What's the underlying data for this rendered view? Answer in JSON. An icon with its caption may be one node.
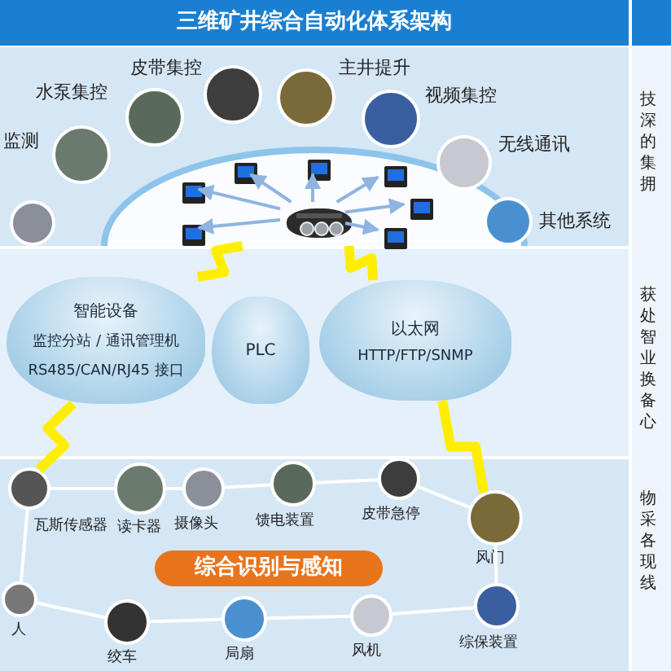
{
  "diagram": {
    "title": "三维矿井综合自动化体系架构",
    "nodes": [
      {
        "text": [
          "监测"
        ]
      },
      {
        "text": [],
        "shape": "circle"
      },
      {
        "text": [
          "水泵集控"
        ]
      },
      {
        "text": [
          "皮带集控"
        ]
      },
      {
        "text": [
          "主井提升"
        ]
      },
      {
        "text": [
          "视频集控"
        ]
      },
      {
        "text": [
          "无线通讯"
        ]
      },
      {
        "text": [
          "其他系统"
        ]
      },
      {
        "text": [],
        "shape": "circle"
      },
      {
        "text": [],
        "shape": "picture",
        "in": 8
      },
      {
        "text": [],
        "shape": "box",
        "in": 8
      },
      {
        "text": [],
        "shape": "box",
        "in": 8
      },
      {
        "text": [],
        "shape": "box",
        "in": 8
      },
      {
        "text": [],
        "shape": "box",
        "in": 8
      },
      {
        "text": [],
        "shape": "box",
        "in": 8
      },
      {
        "text": [],
        "shape": "box",
        "in": 8
      },
      {
        "text": [],
        "shape": "box",
        "in": 8
      },
      {
        "text": [
          "智能设备",
          "监控分站 / 通讯管理机",
          "RS485/CAN/RJ45 接口"
        ]
      },
      {
        "text": [
          "PLC"
        ]
      },
      {
        "text": [
          "以太网",
          "HTTP/FTP/SNMP"
        ]
      },
      {
        "text": [
          "瓦斯传感器"
        ]
      },
      {
        "text": [
          "读卡器"
        ]
      },
      {
        "text": [
          "摄像头"
        ]
      },
      {
        "text": [
          "馈电装置"
        ]
      },
      {
        "text": [
          "皮带急停"
        ]
      },
      {
        "text": [
          "风门"
        ]
      },
      {
        "text": [
          "综保装置"
        ]
      },
      {
        "text": [
          "风机"
        ]
      },
      {
        "text": [
          "局扇"
        ]
      },
      {
        "text": [
          "绞车"
        ]
      },
      {
        "text": [
          "人"
        ]
      },
      {
        "text": [
          "综合识别与感知"
        ]
      }
    ],
    "edges": [
      {
        "from": 9,
        "to": 10,
        "arrow": "to",
        "color": "#8fb4e0"
      },
      {
        "from": 9,
        "to": 11,
        "arrow": "to",
        "color": "#8fb4e0"
      },
      {
        "from": 9,
        "to": 12,
        "arrow": "to",
        "color": "#8fb4e0"
      },
      {
        "from": 9,
        "to": 13,
        "arrow": "to",
        "color": "#8fb4e0"
      },
      {
        "from": 9,
        "to": 14,
        "arrow": "to",
        "color": "#8fb4e0"
      },
      {
        "from": 9,
        "to": 15,
        "arrow": "to",
        "color": "#8fb4e0"
      },
      {
        "from": 9,
        "to": 16,
        "arrow": "to",
        "color": "#8fb4e0"
      },
      {
        "from": 8,
        "to": 17,
        "arrow": "none",
        "style": "thick",
        "color": "#ffee00"
      },
      {
        "from": 8,
        "to": 19,
        "arrow": "none",
        "style": "thick",
        "color": "#ffee00"
      },
      {
        "from": 17,
        "to": 20,
        "arrow": "none",
        "style": "thick",
        "color": "#ffee00"
      },
      {
        "from": 19,
        "to": 25,
        "arrow": "none",
        "style": "thick",
        "color": "#ffee00"
      },
      {
        "from": 20,
        "to": 21,
        "arrow": "none"
      },
      {
        "from": 21,
        "to": 22,
        "arrow": "none"
      },
      {
        "from": 22,
        "to": 23,
        "arrow": "none"
      },
      {
        "from": 23,
        "to": 24,
        "arrow": "none"
      },
      {
        "from": 24,
        "to": 25,
        "arrow": "none"
      },
      {
        "from": 25,
        "to": 26,
        "arrow": "none"
      },
      {
        "from": 26,
        "to": 27,
        "arrow": "none"
      },
      {
        "from": 27,
        "to": 28,
        "arrow": "none"
      },
      {
        "from": 28,
        "to": 29,
        "arrow": "none"
      },
      {
        "from": 29,
        "to": 30,
        "arrow": "none"
      },
      {
        "from": 30,
        "to": 20,
        "arrow": "none"
      }
    ],
    "labels": [
      "技深的集拥",
      "获处智业换备心",
      "物采各现线"
    ]
  }
}
